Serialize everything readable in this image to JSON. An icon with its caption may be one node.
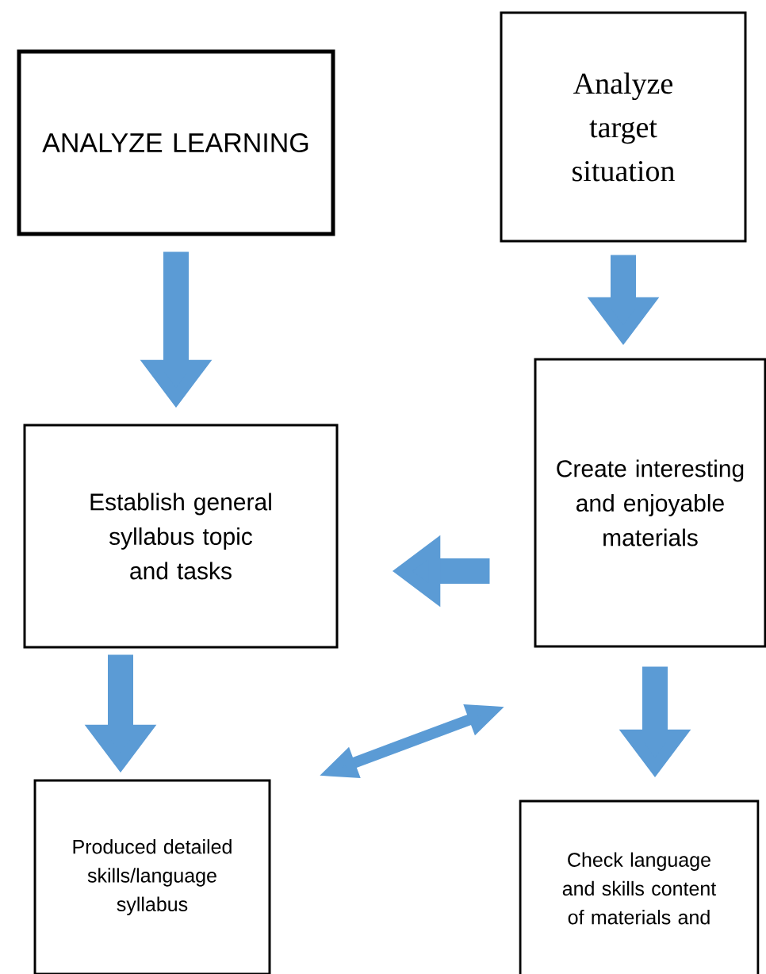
{
  "diagram": {
    "nodes": [
      {
        "text": [
          "ANALYZE LEARNING"
        ]
      },
      {
        "text": [
          "Analyze target situation"
        ]
      },
      {
        "text": [
          "Establish general syllabus topic and tasks"
        ]
      },
      {
        "text": [
          "Create interesting and enjoyable materials"
        ]
      },
      {
        "text": [
          "Produced detailed skills/language syllabus"
        ]
      },
      {
        "text": [
          "Check language and skills content of materials and"
        ]
      }
    ],
    "edges": [
      {
        "from": 0,
        "to": 2,
        "arrow": "to"
      },
      {
        "from": 1,
        "to": 3,
        "arrow": "to"
      },
      {
        "from": 3,
        "to": 2,
        "arrow": "to"
      },
      {
        "from": 2,
        "to": 4,
        "arrow": "to"
      },
      {
        "from": 3,
        "to": 5,
        "arrow": "to"
      },
      {
        "from": 3,
        "to": 4,
        "arrow": "both"
      }
    ]
  }
}
